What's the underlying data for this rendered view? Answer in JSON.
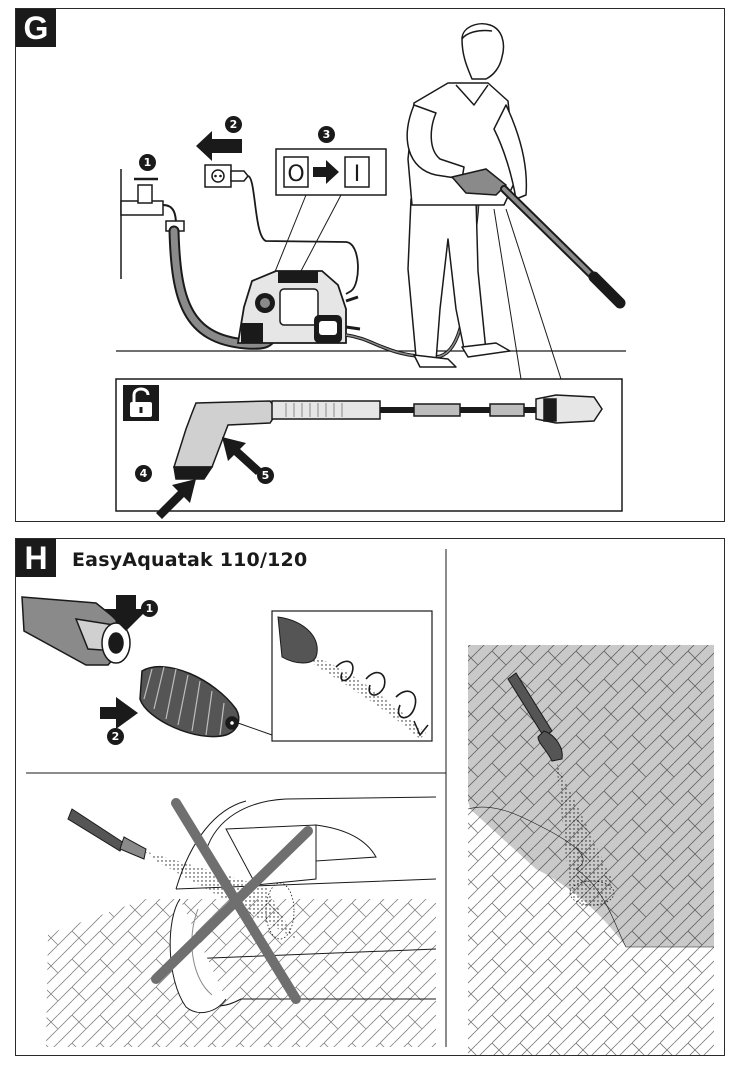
{
  "panel_g": {
    "badge": "G",
    "steps": {
      "tap": "1",
      "plug": "2",
      "switch": "3",
      "lock": "4",
      "trigger": "5"
    },
    "switch_off": "O",
    "switch_on": "I"
  },
  "panel_h": {
    "badge": "H",
    "title": "EasyAquatak 110/120",
    "steps": {
      "press": "1",
      "insert": "2"
    }
  },
  "colors": {
    "ink": "#1a1a1a",
    "grey": "#8a8a8a",
    "cross": "#6f6f6f",
    "surface": "#c9c9c9"
  },
  "icons": [
    "tap-icon",
    "plug-icon",
    "switch-icon",
    "unlock-icon",
    "arrow-icon",
    "cross-icon"
  ]
}
